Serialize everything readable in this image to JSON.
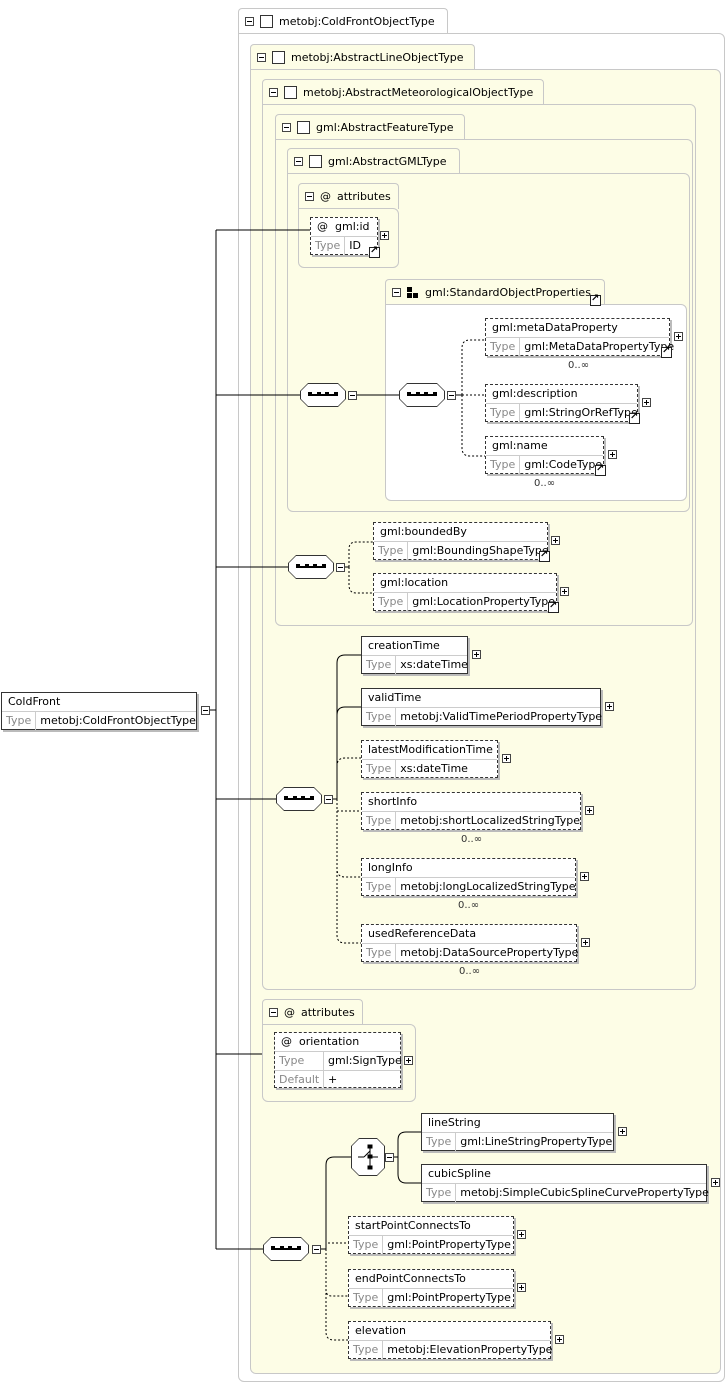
{
  "root": {
    "name": "ColdFront",
    "type": "metobj:ColdFrontObjectType"
  },
  "regions": {
    "coldFrontObjectType": "metobj:ColdFrontObjectType",
    "abstractLineObjectType": "metobj:AbstractLineObjectType",
    "abstractMeteorologicalObjectType": "metobj:AbstractMeteorologicalObjectType",
    "abstractFeatureType": "gml:AbstractFeatureType",
    "abstractGMLType": "gml:AbstractGMLType",
    "attributes1": "attributes",
    "standardObjectProperties": "gml:StandardObjectProperties",
    "attributes2": "attributes"
  },
  "labels": {
    "type": "Type",
    "default": "Default",
    "at": "@"
  },
  "elements": {
    "gml_id": {
      "name": "gml:id",
      "type": "ID"
    },
    "metaDataProperty": {
      "name": "gml:metaDataProperty",
      "type": "gml:MetaDataPropertyType",
      "card": "0..∞"
    },
    "description": {
      "name": "gml:description",
      "type": "gml:StringOrRefType"
    },
    "gml_name": {
      "name": "gml:name",
      "type": "gml:CodeType",
      "card": "0..∞"
    },
    "boundedBy": {
      "name": "gml:boundedBy",
      "type": "gml:BoundingShapeType"
    },
    "location": {
      "name": "gml:location",
      "type": "gml:LocationPropertyType"
    },
    "creationTime": {
      "name": "creationTime",
      "type": "xs:dateTime"
    },
    "validTime": {
      "name": "validTime",
      "type": "metobj:ValidTimePeriodPropertyType"
    },
    "latestModificationTime": {
      "name": "latestModificationTime",
      "type": "xs:dateTime"
    },
    "shortInfo": {
      "name": "shortInfo",
      "type": "metobj:shortLocalizedStringType",
      "card": "0..∞"
    },
    "longInfo": {
      "name": "longInfo",
      "type": "metobj:longLocalizedStringType",
      "card": "0..∞"
    },
    "usedReferenceData": {
      "name": "usedReferenceData",
      "type": "metobj:DataSourcePropertyType",
      "card": "0..∞"
    },
    "orientation": {
      "name": "orientation",
      "type": "gml:SignType",
      "default": "+"
    },
    "lineString": {
      "name": "lineString",
      "type": "gml:LineStringPropertyType"
    },
    "cubicSpline": {
      "name": "cubicSpline",
      "type": "metobj:SimpleCubicSplineCurvePropertyType"
    },
    "startPointConnectsTo": {
      "name": "startPointConnectsTo",
      "type": "gml:PointPropertyType"
    },
    "endPointConnectsTo": {
      "name": "endPointConnectsTo",
      "type": "gml:PointPropertyType"
    },
    "elevation": {
      "name": "elevation",
      "type": "metobj:ElevationPropertyType"
    }
  }
}
